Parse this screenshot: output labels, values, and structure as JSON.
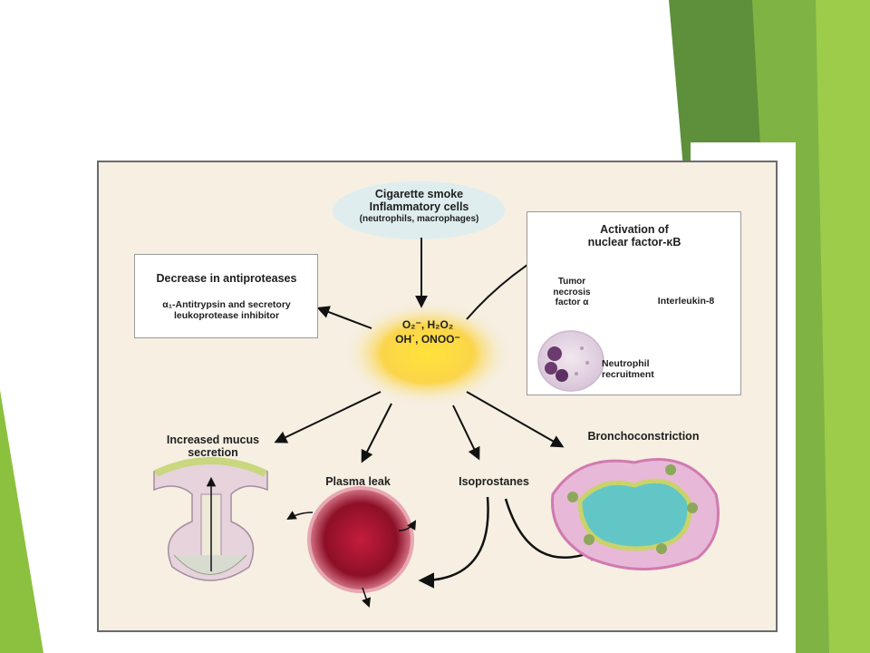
{
  "theme": {
    "green_dark": "#5e8f3a",
    "green_mid": "#7fb344",
    "green_light": "#9ccc4a",
    "frame_bg": "#f6efe2"
  },
  "source": {
    "line1": "Cigarette smoke",
    "line2": "Inflammatory cells",
    "line3": "(neutrophils, macrophages)"
  },
  "radicals": {
    "line1": "O₂⁻, H₂O₂",
    "line2": "OH˙, ONOO⁻"
  },
  "antiproteases": {
    "title": "Decrease in antiproteases",
    "line1": "α₁-Antitrypsin and secretory",
    "line2": "leukoprotease inhibitor"
  },
  "nfkb": {
    "title1": "Activation of",
    "title2": "nuclear factor-κB",
    "tnf1": "Tumor",
    "tnf2": "necrosis",
    "tnf3": "factor α",
    "il8": "Interleukin-8",
    "neut1": "Neutrophil",
    "neut2": "recruitment"
  },
  "effects": {
    "mucus1": "Increased mucus",
    "mucus2": "secretion",
    "plasma": "Plasma leak",
    "isoprostanes": "Isoprostanes",
    "broncho": "Bronchoconstriction"
  }
}
